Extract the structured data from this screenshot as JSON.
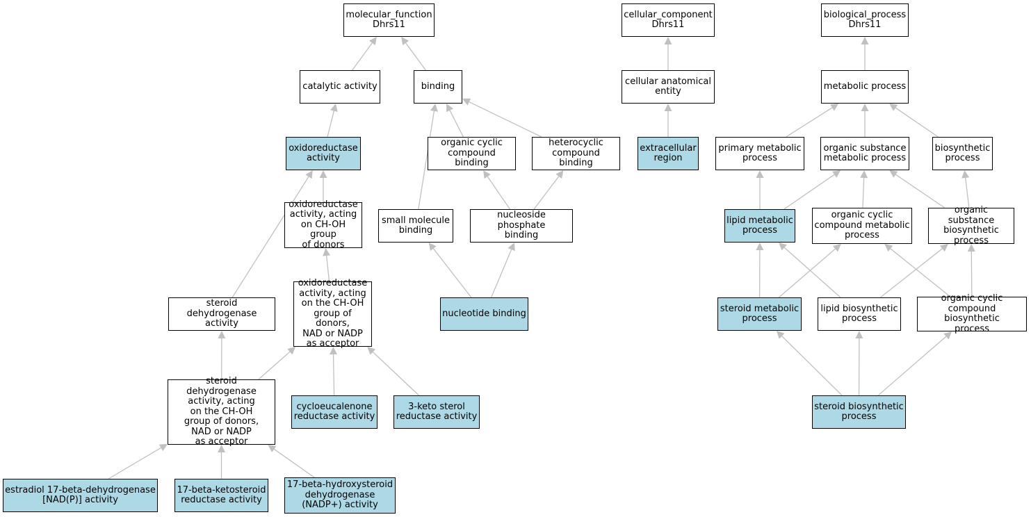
{
  "highlight_color": "#add8e6",
  "edge_color": "#c0c0c0",
  "nodes": {
    "mf_root": {
      "label": "molecular_function\nDhrs11",
      "highlighted": false
    },
    "catalytic": {
      "label": "catalytic activity",
      "highlighted": false
    },
    "binding": {
      "label": "binding",
      "highlighted": false
    },
    "oxidoreductase": {
      "label": "oxidoreductase\nactivity",
      "highlighted": true
    },
    "org_cyclic_binding": {
      "label": "organic cyclic\ncompound binding",
      "highlighted": false
    },
    "heterocyclic_binding": {
      "label": "heterocyclic\ncompound binding",
      "highlighted": false
    },
    "oxido_choh": {
      "label": "oxidoreductase\nactivity, acting\non CH-OH group\nof donors",
      "highlighted": false
    },
    "small_molecule": {
      "label": "small molecule\nbinding",
      "highlighted": false
    },
    "nucleoside_phosphate": {
      "label": "nucleoside phosphate\nbinding",
      "highlighted": false
    },
    "steroid_dehydrogenase": {
      "label": "steroid dehydrogenase\nactivity",
      "highlighted": false
    },
    "oxido_choh_nad": {
      "label": "oxidoreductase\nactivity, acting\non the CH-OH\ngroup of donors,\nNAD or NADP\nas acceptor",
      "highlighted": false
    },
    "nucleotide_binding": {
      "label": "nucleotide binding",
      "highlighted": true
    },
    "steroid_dh_nad": {
      "label": "steroid dehydrogenase\nactivity, acting\non the CH-OH\ngroup of donors,\nNAD or NADP\nas acceptor",
      "highlighted": false
    },
    "cycloeucalenone": {
      "label": "cycloeucalenone\nreductase activity",
      "highlighted": true
    },
    "keto_sterol": {
      "label": "3-keto sterol\nreductase activity",
      "highlighted": true
    },
    "estradiol": {
      "label": "estradiol 17-beta-dehydrogenase\n[NAD(P)] activity",
      "highlighted": true
    },
    "ketosteroid": {
      "label": "17-beta-ketosteroid\nreductase activity",
      "highlighted": true
    },
    "hydroxysteroid": {
      "label": "17-beta-hydroxysteroid\ndehydrogenase\n(NADP+) activity",
      "highlighted": true
    },
    "cc_root": {
      "label": "cellular_component\nDhrs11",
      "highlighted": false
    },
    "cellular_anatomical": {
      "label": "cellular anatomical\nentity",
      "highlighted": false
    },
    "extracellular": {
      "label": "extracellular\nregion",
      "highlighted": true
    },
    "bp_root": {
      "label": "biological_process\nDhrs11",
      "highlighted": false
    },
    "metabolic": {
      "label": "metabolic process",
      "highlighted": false
    },
    "primary_metabolic": {
      "label": "primary metabolic\nprocess",
      "highlighted": false
    },
    "org_substance_metabolic": {
      "label": "organic substance\nmetabolic process",
      "highlighted": false
    },
    "biosynthetic": {
      "label": "biosynthetic\nprocess",
      "highlighted": false
    },
    "lipid_metabolic": {
      "label": "lipid metabolic\nprocess",
      "highlighted": true
    },
    "org_cyclic_metabolic": {
      "label": "organic cyclic\ncompound metabolic\nprocess",
      "highlighted": false
    },
    "org_substance_biosynthetic": {
      "label": "organic substance\nbiosynthetic\nprocess",
      "highlighted": false
    },
    "steroid_metabolic": {
      "label": "steroid metabolic\nprocess",
      "highlighted": true
    },
    "lipid_biosynthetic": {
      "label": "lipid biosynthetic\nprocess",
      "highlighted": false
    },
    "org_cyclic_biosynthetic": {
      "label": "organic cyclic\ncompound biosynthetic\nprocess",
      "highlighted": false
    },
    "steroid_biosynthetic": {
      "label": "steroid biosynthetic\nprocess",
      "highlighted": true
    }
  },
  "edges": [
    [
      "catalytic",
      "mf_root"
    ],
    [
      "binding",
      "mf_root"
    ],
    [
      "oxidoreductase",
      "catalytic"
    ],
    [
      "org_cyclic_binding",
      "binding"
    ],
    [
      "heterocyclic_binding",
      "binding"
    ],
    [
      "small_molecule",
      "binding"
    ],
    [
      "oxido_choh",
      "oxidoreductase"
    ],
    [
      "steroid_dehydrogenase",
      "oxidoreductase"
    ],
    [
      "nucleoside_phosphate",
      "org_cyclic_binding"
    ],
    [
      "nucleoside_phosphate",
      "heterocyclic_binding"
    ],
    [
      "oxido_choh_nad",
      "oxido_choh"
    ],
    [
      "nucleotide_binding",
      "small_molecule"
    ],
    [
      "nucleotide_binding",
      "nucleoside_phosphate"
    ],
    [
      "steroid_dh_nad",
      "steroid_dehydrogenase"
    ],
    [
      "steroid_dh_nad",
      "oxido_choh_nad"
    ],
    [
      "cycloeucalenone",
      "oxido_choh_nad"
    ],
    [
      "keto_sterol",
      "oxido_choh_nad"
    ],
    [
      "estradiol",
      "steroid_dh_nad"
    ],
    [
      "ketosteroid",
      "steroid_dh_nad"
    ],
    [
      "hydroxysteroid",
      "steroid_dh_nad"
    ],
    [
      "cellular_anatomical",
      "cc_root"
    ],
    [
      "extracellular",
      "cellular_anatomical"
    ],
    [
      "metabolic",
      "bp_root"
    ],
    [
      "primary_metabolic",
      "metabolic"
    ],
    [
      "org_substance_metabolic",
      "metabolic"
    ],
    [
      "biosynthetic",
      "metabolic"
    ],
    [
      "lipid_metabolic",
      "primary_metabolic"
    ],
    [
      "lipid_metabolic",
      "org_substance_metabolic"
    ],
    [
      "org_cyclic_metabolic",
      "org_substance_metabolic"
    ],
    [
      "org_substance_biosynthetic",
      "org_substance_metabolic"
    ],
    [
      "org_substance_biosynthetic",
      "biosynthetic"
    ],
    [
      "steroid_metabolic",
      "lipid_metabolic"
    ],
    [
      "steroid_metabolic",
      "org_cyclic_metabolic"
    ],
    [
      "lipid_biosynthetic",
      "lipid_metabolic"
    ],
    [
      "lipid_biosynthetic",
      "org_substance_biosynthetic"
    ],
    [
      "org_cyclic_biosynthetic",
      "org_cyclic_metabolic"
    ],
    [
      "org_cyclic_biosynthetic",
      "org_substance_biosynthetic"
    ],
    [
      "steroid_biosynthetic",
      "steroid_metabolic"
    ],
    [
      "steroid_biosynthetic",
      "lipid_biosynthetic"
    ],
    [
      "steroid_biosynthetic",
      "org_cyclic_biosynthetic"
    ]
  ]
}
